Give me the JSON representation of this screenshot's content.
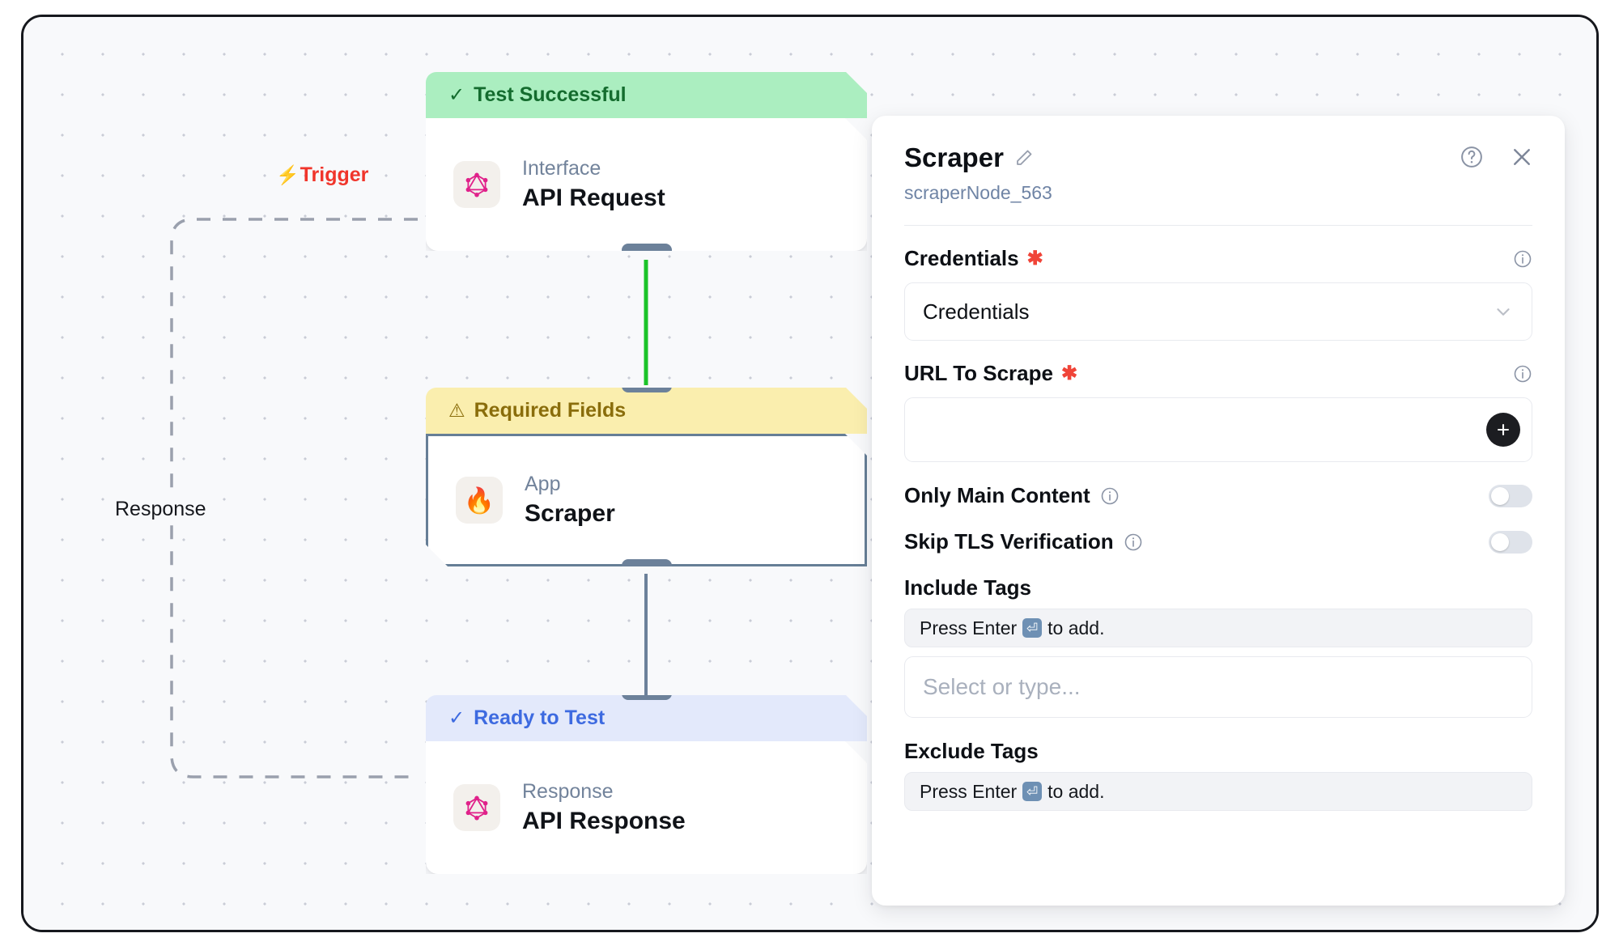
{
  "canvas": {
    "trigger_label": "Trigger",
    "trigger_icon": "lightning-bolt-icon",
    "trigger_color": "#f0352b",
    "response_label": "Response",
    "grid": "dot-grid"
  },
  "nodes": [
    {
      "status": "Test Successful",
      "status_icon": "check-icon",
      "status_style": "green",
      "status_bg": "#abeec0",
      "status_fg": "#146c2e",
      "kind": "Interface",
      "title": "API Request",
      "icon": "graphql-icon"
    },
    {
      "status": "Required Fields",
      "status_icon": "warning-triangle-icon",
      "status_style": "yellow",
      "status_bg": "#faeeae",
      "status_fg": "#8a6d0b",
      "kind": "App",
      "title": "Scraper",
      "icon": "fire-icon",
      "selected": true
    },
    {
      "status": "Ready to Test",
      "status_icon": "check-icon",
      "status_style": "blue",
      "status_bg": "#e3e9fb",
      "status_fg": "#3d6ae0",
      "kind": "Response",
      "title": "API Response",
      "icon": "graphql-icon"
    }
  ],
  "connectors": [
    {
      "color": "#1cc329",
      "state": "success"
    },
    {
      "color": "#6c819a",
      "state": "default"
    }
  ],
  "panel": {
    "title": "Scraper",
    "subtitle": "scraperNode_563",
    "edit_icon": "pencil-icon",
    "help_icon": "question-circle-icon",
    "close_icon": "close-icon",
    "fields": {
      "credentials": {
        "label": "Credentials",
        "required": true,
        "info_icon": "info-icon",
        "value": "Credentials",
        "chevron_icon": "chevron-down-icon"
      },
      "url_to_scrape": {
        "label": "URL To Scrape",
        "required": true,
        "info_icon": "info-icon",
        "value": "",
        "add_button_icon": "plus-icon"
      },
      "only_main_content": {
        "label": "Only Main Content",
        "info_icon": "info-icon",
        "toggle": "off"
      },
      "skip_tls_verification": {
        "label": "Skip TLS Verification",
        "info_icon": "info-icon",
        "toggle": "off"
      },
      "include_tags": {
        "label": "Include Tags",
        "hint_before": "Press Enter",
        "hint_key": "enter-key-icon",
        "hint_after": "to add.",
        "placeholder": "Select or type..."
      },
      "exclude_tags": {
        "label": "Exclude Tags",
        "hint_before": "Press Enter",
        "hint_key": "enter-key-icon",
        "hint_after": "to add."
      }
    }
  }
}
